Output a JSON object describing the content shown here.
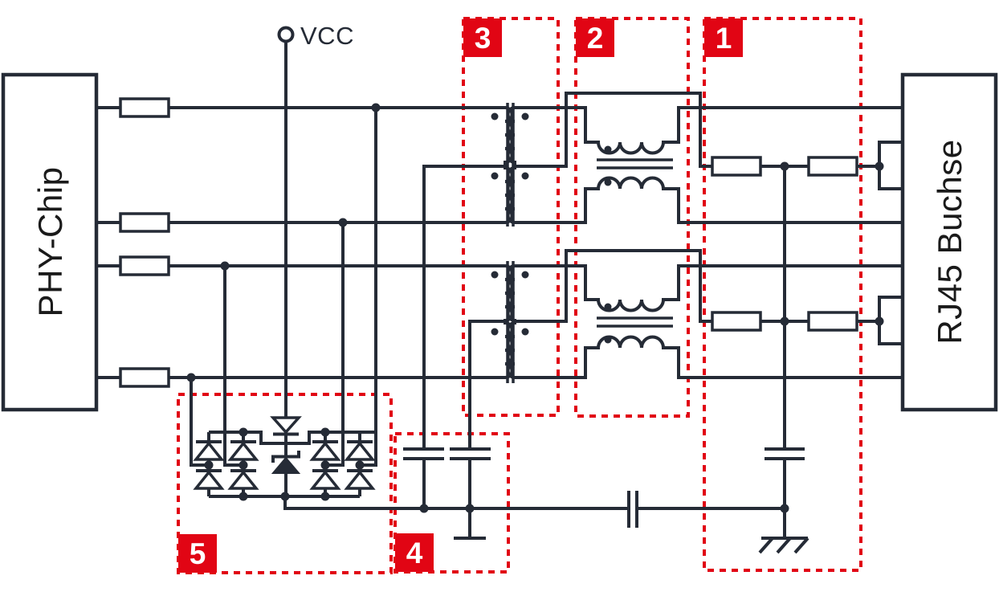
{
  "schematic": {
    "left_block_label": "PHY-Chip",
    "right_block_label": "RJ45 Buchse",
    "power_label": "VCC",
    "callouts": [
      {
        "number": "1"
      },
      {
        "number": "2"
      },
      {
        "number": "3"
      },
      {
        "number": "4"
      },
      {
        "number": "5"
      }
    ],
    "colors": {
      "wire": "#252b36",
      "highlight_red": "#e10514",
      "background": "#ffffff",
      "callout_text": "#ffffff"
    },
    "icons": {
      "vcc_terminal": "open-circle-terminal",
      "chassis_ground": "hatched-ground-symbol",
      "signal_ground": "bar-ground-symbol"
    }
  }
}
